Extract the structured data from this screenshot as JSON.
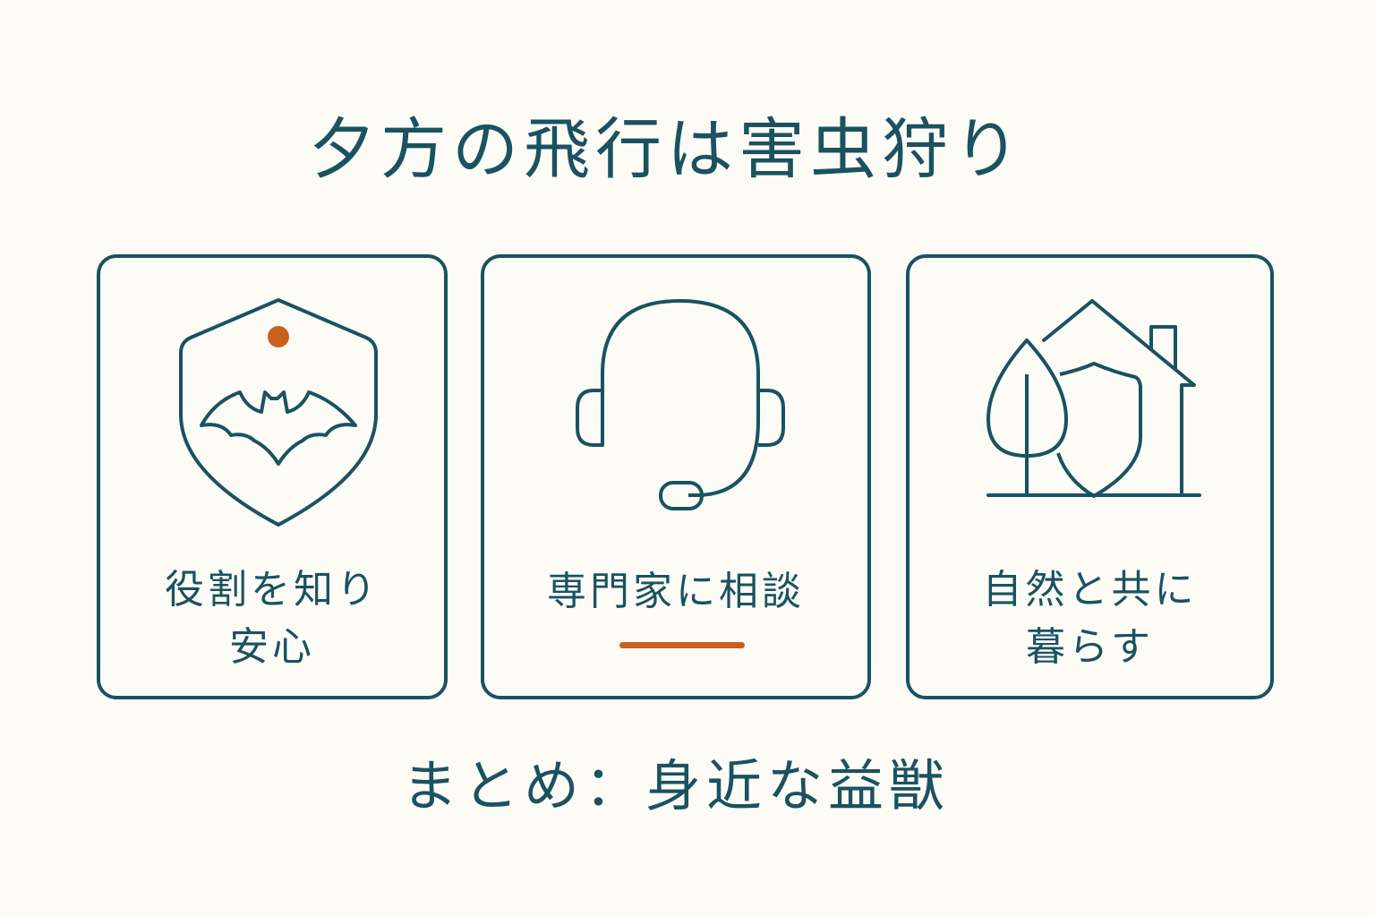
{
  "title": "夕方の飛行は害虫狩り",
  "colors": {
    "primary": "#1a5260",
    "accent": "#c8601e",
    "background": "#fcfbf6"
  },
  "cards": [
    {
      "icon": "bat-shield-icon",
      "label_line1": "役割を知り",
      "label_line2": "安心"
    },
    {
      "icon": "headset-icon",
      "label_line1": "専門家に相談",
      "label_line2": ""
    },
    {
      "icon": "house-tree-shield-icon",
      "label_line1": "自然と共に",
      "label_line2": "暮らす"
    }
  ],
  "summary": "まとめ：身近な益獣"
}
